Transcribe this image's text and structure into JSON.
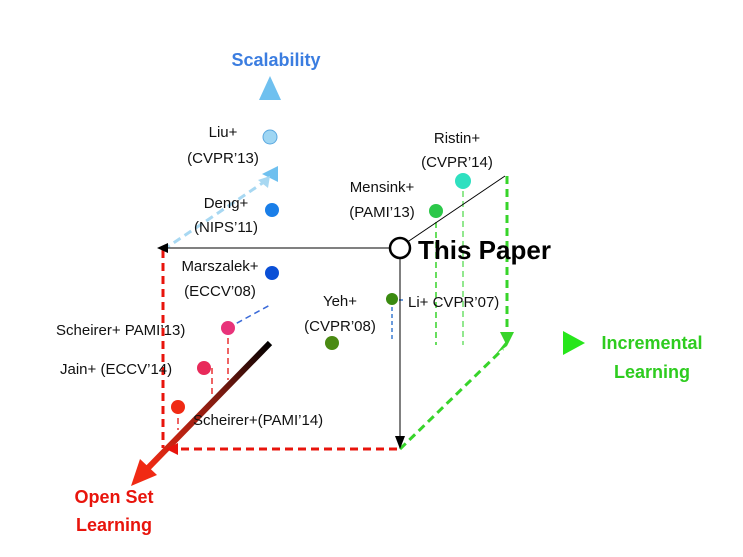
{
  "axes": {
    "scalability": {
      "label": "Scalability",
      "color": "#3b7de0"
    },
    "incremental": {
      "line1": "Incremental",
      "line2": "Learning",
      "color": "#2ecc1f"
    },
    "open_set": {
      "line1": "Open Set",
      "line2": "Learning",
      "color": "#e8140c"
    }
  },
  "this_paper": {
    "label": "This Paper"
  },
  "works": {
    "liu": {
      "line1": "Liu+",
      "line2": "(CVPR’13)",
      "color": "#9fd6f3"
    },
    "deng": {
      "line1": "Deng+",
      "line2": "(NIPS’11)",
      "color": "#1a7ee8"
    },
    "marszalek": {
      "line1": "Marszalek+",
      "line2": "(ECCV’08)",
      "color": "#0a4fd6"
    },
    "ristin": {
      "line1": "Ristin+",
      "line2": "(CVPR’14)",
      "color": "#2fe0c0"
    },
    "mensink": {
      "line1": "Mensink+",
      "line2": "(PAMI’13)",
      "color": "#2cc84a"
    },
    "yeh": {
      "line1": "Yeh+",
      "line2": "(CVPR’08)",
      "color": "#4a8a12"
    },
    "li": {
      "line1": "Li+ CVPR’07)",
      "color": "#3a8a10"
    },
    "scheirer13": {
      "line1": "Scheirer+ PAMI’13)",
      "color": "#e8337a"
    },
    "jain": {
      "line1": "Jain+ (ECCV’14)",
      "color": "#e82a5a"
    },
    "scheirer14": {
      "line1": "Scheirer+(PAMI’14)",
      "color": "#f02a14"
    }
  }
}
